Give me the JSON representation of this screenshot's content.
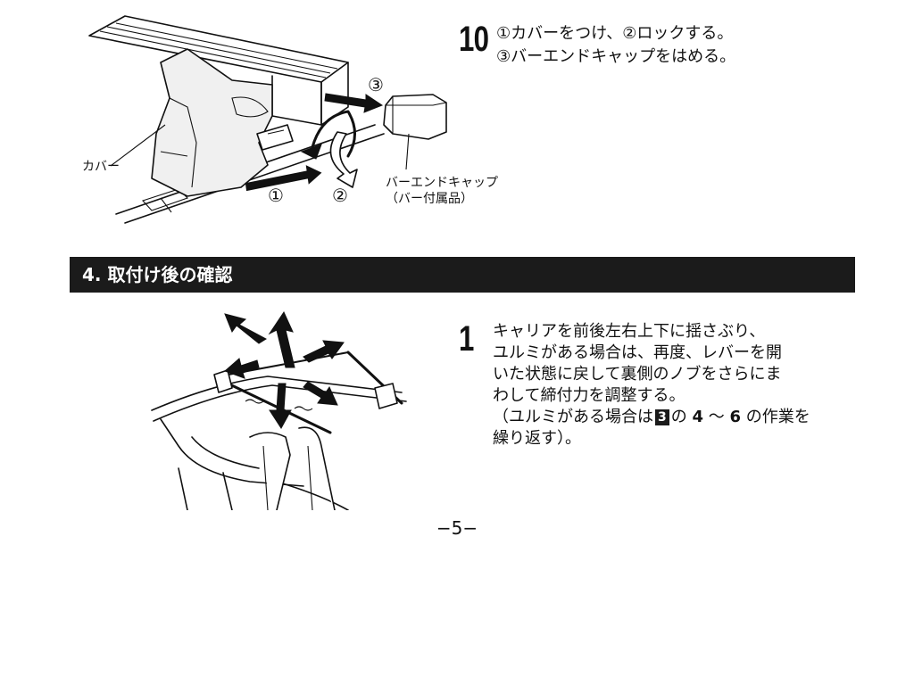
{
  "step10": {
    "number": "10",
    "line1": "①カバーをつけ、②ロックする。",
    "line2": "③バーエンドキャップをはめる。"
  },
  "figure1": {
    "cover_label": "カバー",
    "callout1": "①",
    "callout2": "②",
    "callout3": "③",
    "endcap_label1": "バーエンドキャップ",
    "endcap_label2": "（バー付属品）"
  },
  "section": {
    "title": "4. 取付け後の確認"
  },
  "step1": {
    "number": "1",
    "lines": [
      "キャリアを前後左右上下に揺さぶり、",
      "ユルミがある場合は、再度、レバーを開",
      "いた状態に戻して裏側のノブをさらにま",
      "わして締付力を調整する。"
    ],
    "paren_prefix": "（ユルミがある場合は",
    "badge": "3",
    "paren_mid1": "の",
    "num_a": "4",
    "paren_tilde": "〜",
    "num_b": "6",
    "paren_mid2": "の作業を",
    "last_line": "繰り返す）。"
  },
  "page": {
    "number": "−5−"
  },
  "colors": {
    "text": "#111111",
    "bar": "#1b1b1b",
    "figure_fill": "#f0f0f0"
  }
}
